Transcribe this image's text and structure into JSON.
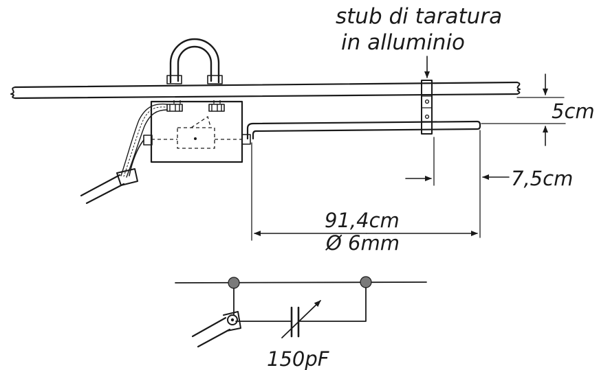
{
  "labels": {
    "stub_line1": "stub di taratura",
    "stub_line2": "in alluminio",
    "dim_5cm": "5cm",
    "dim_7_5cm": "7,5cm",
    "dim_length": "91,4cm",
    "dim_diameter": "Ø 6mm",
    "capacitor_value": "150pF"
  }
}
